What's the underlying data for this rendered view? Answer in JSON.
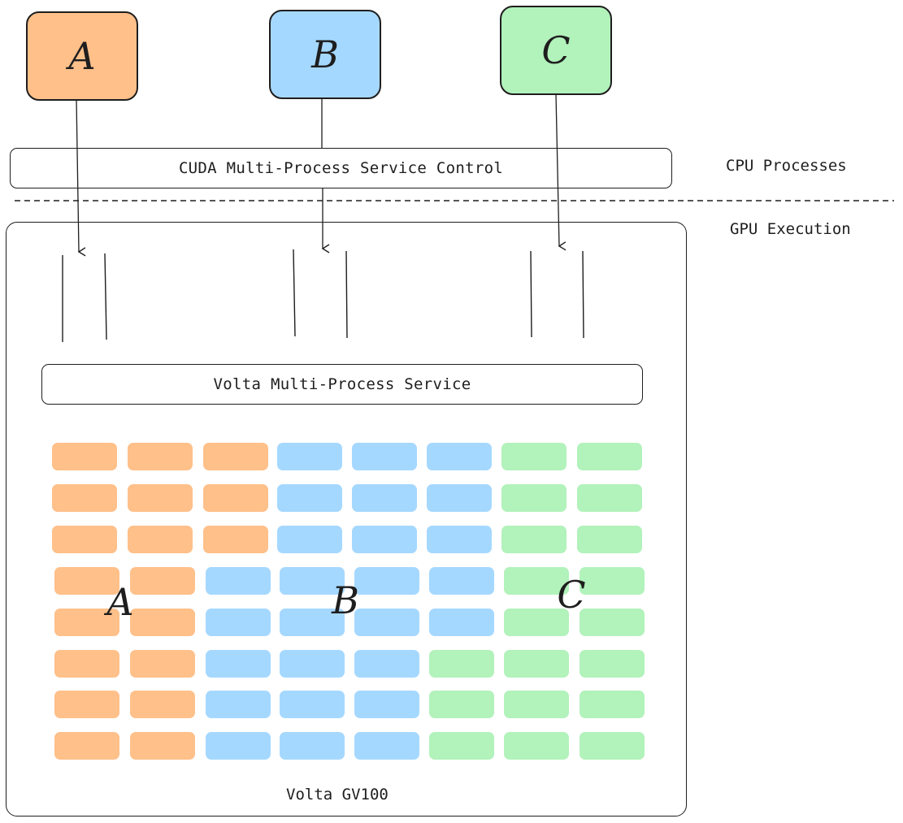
{
  "processes": [
    {
      "id": "A",
      "label": "A",
      "color": "#ffc08a"
    },
    {
      "id": "B",
      "label": "B",
      "color": "#a5d8ff"
    },
    {
      "id": "C",
      "label": "C",
      "color": "#b2f2bb"
    }
  ],
  "cpu_layer": {
    "control_label": "CUDA Multi-Process Service Control",
    "side_label": "CPU Processes"
  },
  "gpu_layer": {
    "side_label": "GPU Execution",
    "service_label": "Volta Multi-Process Service",
    "device_label": "Volta GV100"
  },
  "sm_grid": {
    "rows": 8,
    "cols": 8,
    "assignment": [
      [
        "A",
        "A",
        "A",
        "B",
        "B",
        "B",
        "C",
        "C"
      ],
      [
        "A",
        "A",
        "A",
        "B",
        "B",
        "B",
        "C",
        "C"
      ],
      [
        "A",
        "A",
        "A",
        "B",
        "B",
        "B",
        "C",
        "C"
      ],
      [
        "A",
        "A",
        "B",
        "B",
        "B",
        "B",
        "C",
        "C"
      ],
      [
        "A",
        "A",
        "B",
        "B",
        "B",
        "B",
        "C",
        "C"
      ],
      [
        "A",
        "A",
        "B",
        "B",
        "B",
        "C",
        "C",
        "C"
      ],
      [
        "A",
        "A",
        "B",
        "B",
        "B",
        "C",
        "C",
        "C"
      ],
      [
        "A",
        "A",
        "B",
        "B",
        "B",
        "C",
        "C",
        "C"
      ]
    ],
    "region_labels": [
      "A",
      "B",
      "C"
    ]
  },
  "colors": {
    "A": "#ffc08a",
    "B": "#a5d8ff",
    "C": "#b2f2bb",
    "stroke": "#1e1e1e"
  }
}
